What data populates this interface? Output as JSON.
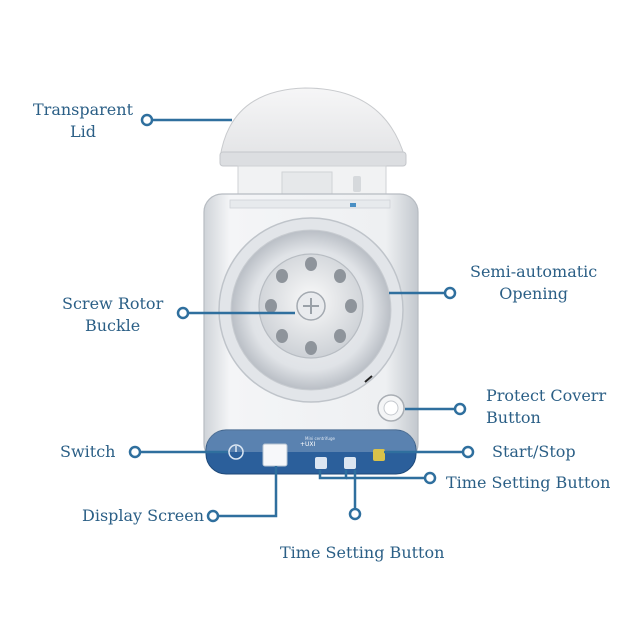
{
  "colors": {
    "accent": "#2f6f9e",
    "label_text": "#2b5f86",
    "panel_blue": "#2b5f9b"
  },
  "device": {
    "brand": "+UXI",
    "model_text": "Mini centrifuge"
  },
  "callouts": [
    {
      "id": "transparent-lid",
      "lines": [
        "Transparent",
        "Lid"
      ]
    },
    {
      "id": "semi-automatic-opening",
      "lines": [
        "Semi-automatic",
        "Opening"
      ]
    },
    {
      "id": "screw-rotor-buckle",
      "lines": [
        "Screw Rotor",
        "Buckle"
      ]
    },
    {
      "id": "protect-cover-button",
      "lines": [
        "Protect Coverr",
        "Button"
      ]
    },
    {
      "id": "switch",
      "lines": [
        "Switch"
      ]
    },
    {
      "id": "start-stop",
      "lines": [
        "Start/Stop"
      ]
    },
    {
      "id": "time-setting-button-right",
      "lines": [
        "Time Setting Button"
      ]
    },
    {
      "id": "display-screen",
      "lines": [
        "Display Screen"
      ]
    },
    {
      "id": "time-setting-button-bottom",
      "lines": [
        "Time Setting Button"
      ]
    }
  ]
}
